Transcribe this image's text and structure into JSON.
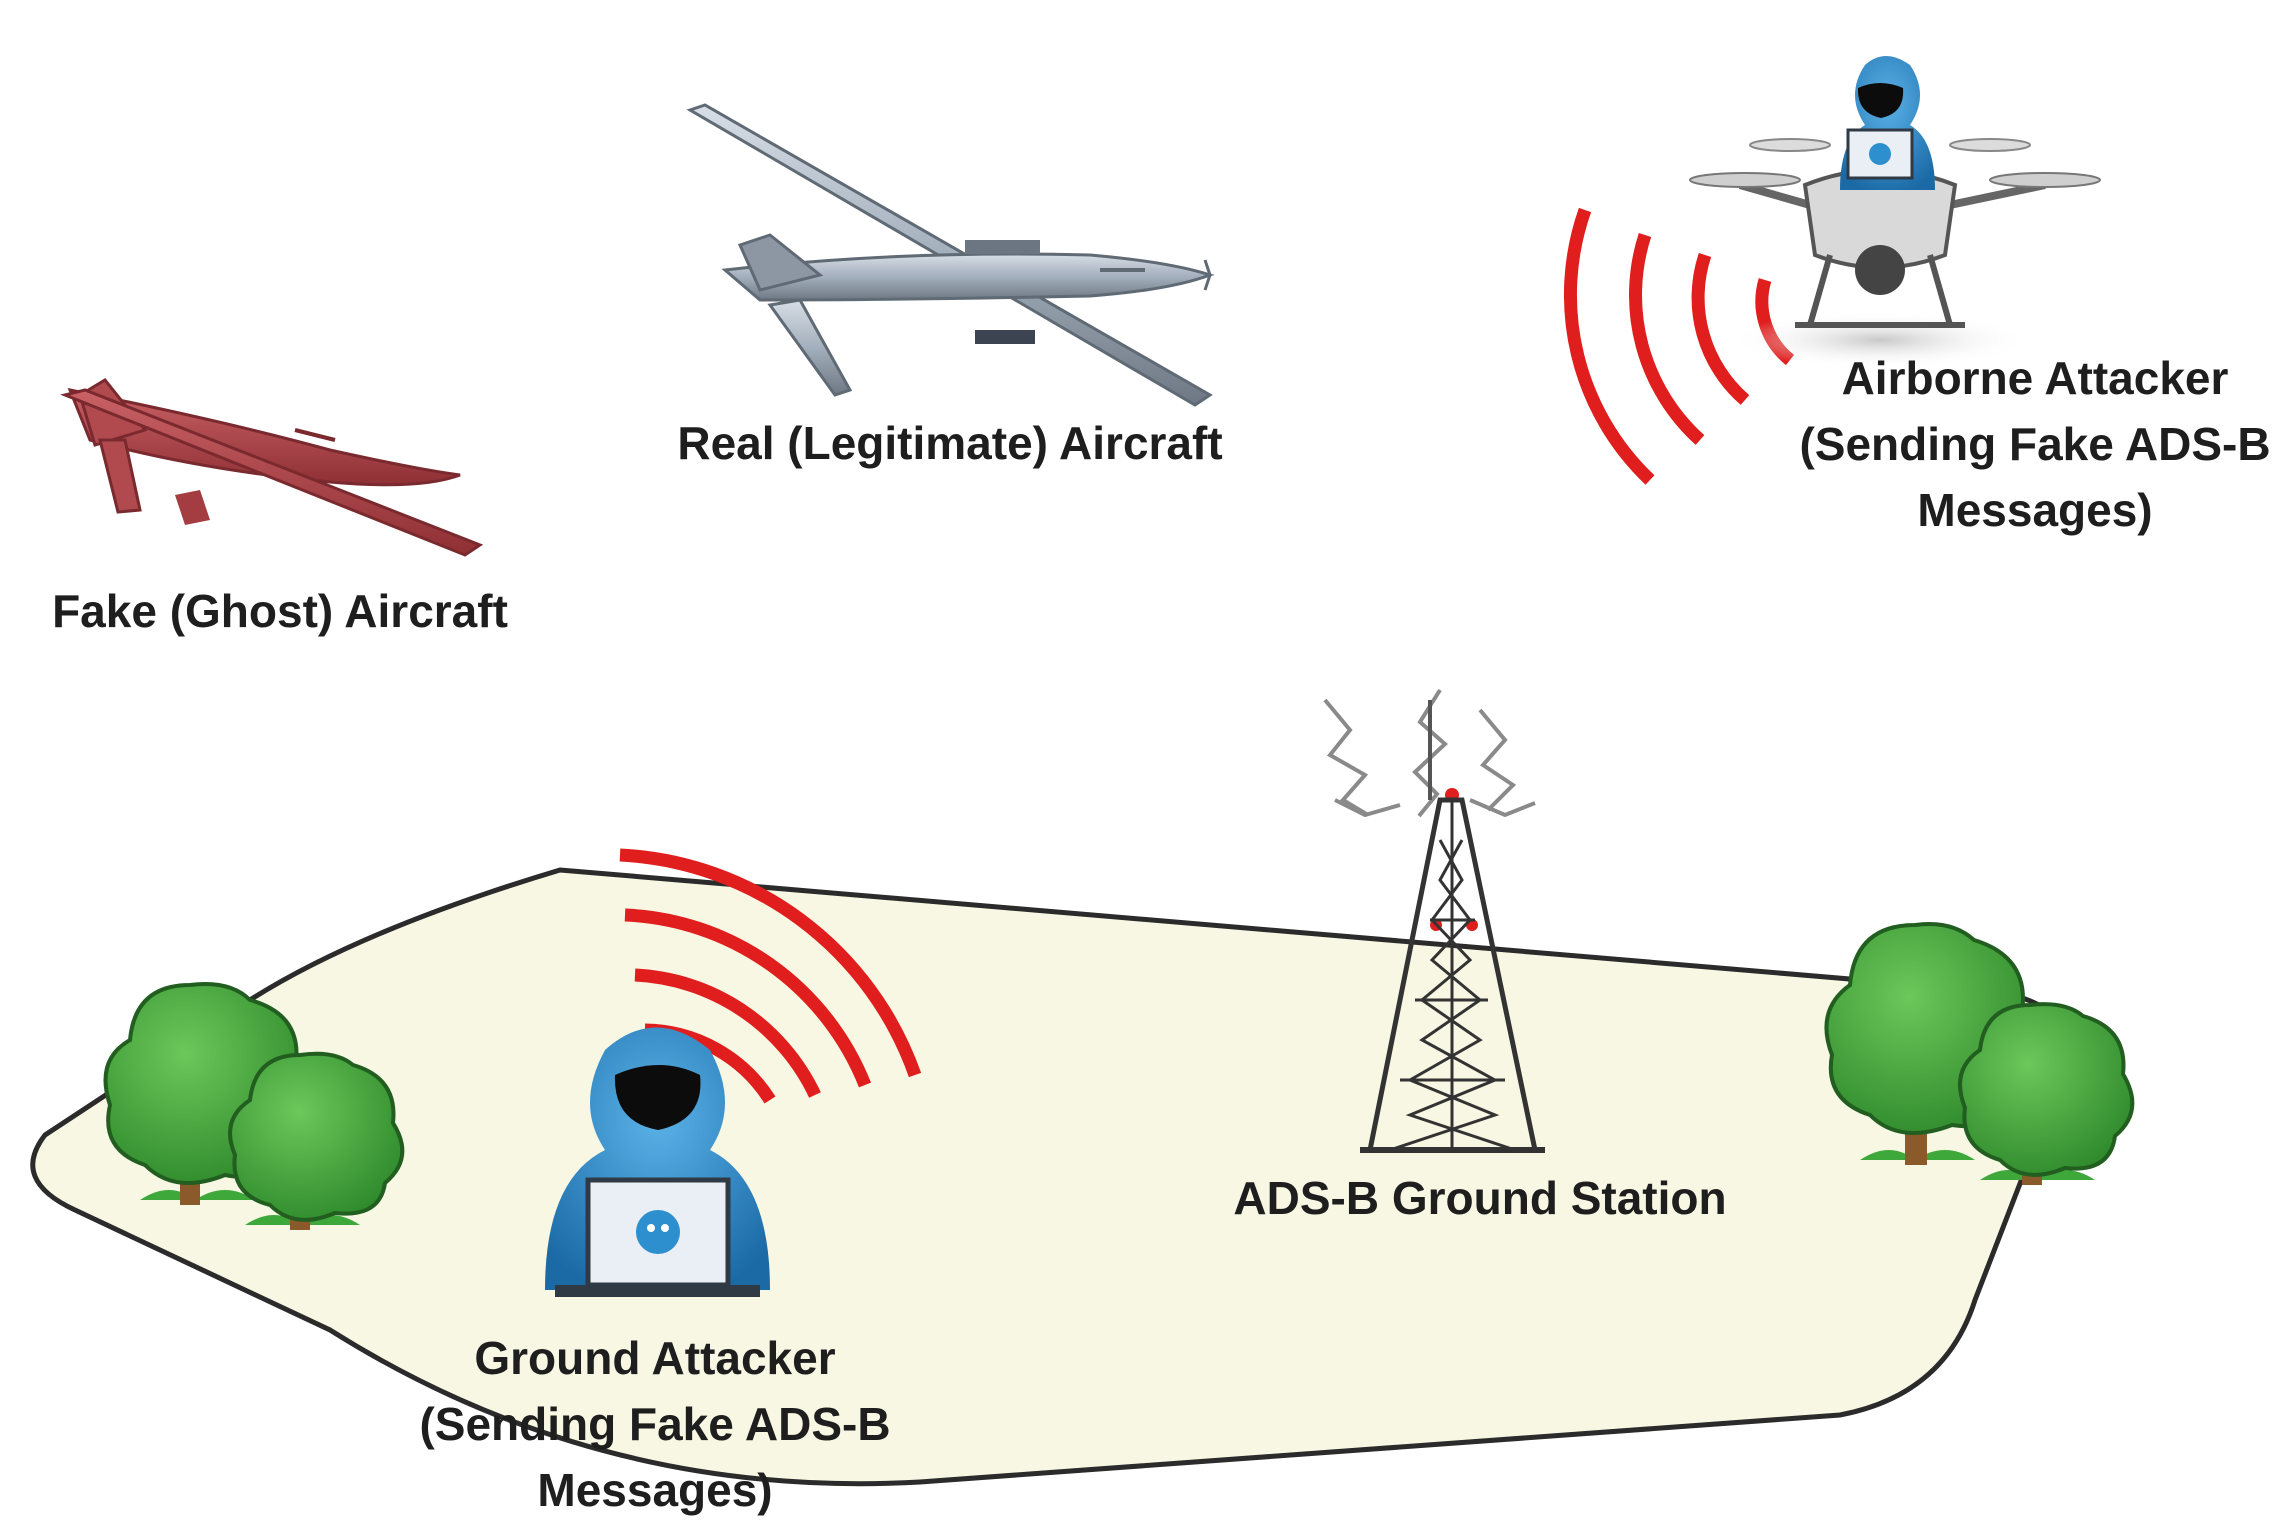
{
  "labels": {
    "fake_aircraft": "Fake (Ghost) Aircraft",
    "real_aircraft": "Real (Legitimate) Aircraft",
    "airborne_attacker": [
      "Airborne Attacker",
      "(Sending Fake ADS-B",
      "Messages)"
    ],
    "ground_station": "ADS-B Ground Station",
    "ground_attacker": [
      "Ground Attacker",
      "(Sending Fake ADS-B",
      "Messages)"
    ]
  },
  "icons": {
    "fake_aircraft": "ghost-drone-icon",
    "real_aircraft": "uav-drone-icon",
    "airborne_attacker": "hacker-on-quadcopter-icon",
    "ground_attacker": "hacker-with-laptop-icon",
    "ground_station": "radio-tower-icon",
    "signal": "radio-wave-icon",
    "tree": "tree-icon"
  },
  "colors": {
    "ground": "#f7f7e3",
    "ground_outline": "#2b2b2b",
    "signal": "#e01e1e",
    "fake_aircraft": "#b4494c",
    "real_aircraft": "#a9b4c0",
    "hacker": "#2e8fcf",
    "tree": "#3ea83a",
    "trunk": "#8a5a2b"
  }
}
